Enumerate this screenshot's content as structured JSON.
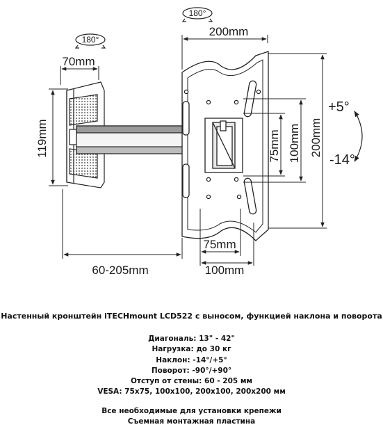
{
  "drawing": {
    "rotation_label_top": "180°",
    "rotation_label_left": "180°",
    "dim_width_200": "200mm",
    "dim_depth_70": "70mm",
    "dim_wallplate_119": "119mm",
    "dim_vertical_200": "200mm",
    "dim_vertical_100": "100mm",
    "dim_vertical_75": "75mm",
    "dim_horizontal_75": "75mm",
    "dim_horizontal_100": "100mm",
    "dim_extension": "60-205mm",
    "tilt_up": "+5°",
    "tilt_down": "-14°"
  },
  "specs": {
    "title": "Настенный кронштейн iTECHmount LCD522 с выносом, функцией наклона и поворота",
    "lines": [
      "Диагональ: 13\" - 42\"",
      "Нагрузка: до 30 кг",
      "Наклон: -14°/+5°",
      "Поворот: -90°/+90°",
      "Отступ от стены: 60 - 205 мм",
      "VESA: 75x75, 100x100, 200x100, 200x200 мм"
    ],
    "notes": [
      "Все необходимые для установки крепежи",
      "Съемная монтажная пластина"
    ]
  }
}
